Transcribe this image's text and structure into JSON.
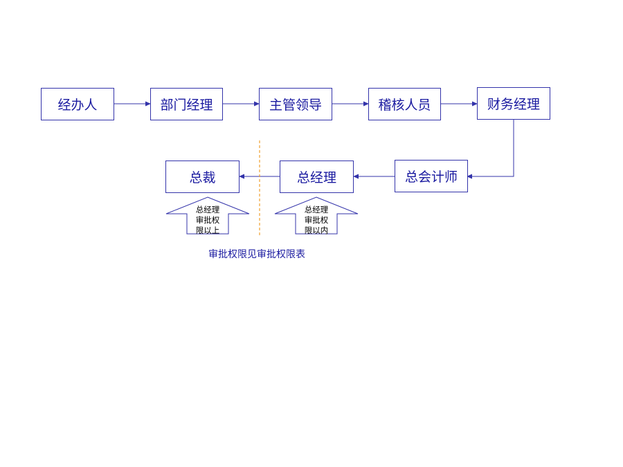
{
  "flow": {
    "applicant": "经办人",
    "dept_manager": "部门经理",
    "supervisor": "主管领导",
    "auditor": "稽核人员",
    "finance_manager": "财务经理",
    "chief_accountant": "总会计师",
    "general_manager": "总经理",
    "president": "总裁"
  },
  "authority": {
    "above_lines": [
      "总经理",
      "审批权",
      "限以上"
    ],
    "within_lines": [
      "总经理",
      "审批权",
      "限以内"
    ]
  },
  "note": "审批权限见审批权限表",
  "colors": {
    "box_border": "#3333aa",
    "box_text": "#1a1aa0",
    "connector": "#3333aa",
    "divider": "#f0a030"
  }
}
